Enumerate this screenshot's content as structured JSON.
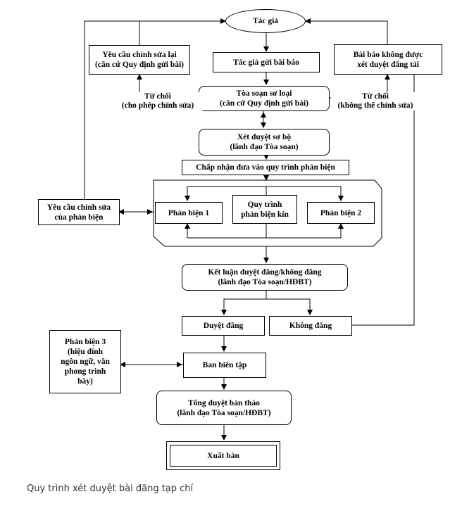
{
  "nodes": {
    "author": "Tác giả",
    "author_submits": "Tác giả gửi bài báo",
    "revise_request": "Yêu cầu chỉnh sửa lại\n(căn cứ Quy định gửi bài)",
    "not_approved": "Bài báo không được\nxét duyệt đăng tải",
    "initial_screening": "Tòa soạn sơ loại\n(căn cứ Quy định gửi bài)",
    "preliminary_review": "Xét duyệt sơ bộ\n(lãnh đạo Tòa soạn)",
    "accept_review": "Chấp nhận đưa vào quy trình phản biện",
    "reviewer_revision": "Yêu cầu chỉnh sửa\ncủa phản biện",
    "reviewer_1": "Phản biện 1",
    "blind_review": "Quy trình\nphản biện kín",
    "reviewer_2": "Phản biện 2",
    "conclusion": "Kết luận duyệt đăng/không đăng\n(lãnh đạo Tòa soạn/HĐBT)",
    "approved": "Duyệt đăng",
    "rejected": "Không đăng",
    "reviewer_3": "Phản biện 3\n(hiệu đính\nngôn ngữ, văn\nphong trình\nbày)",
    "editorial_board": "Ban biên tập",
    "final_review": "Tổng duyệt bản thảo\n(lãnh đạo Tòa soạn/HĐBT)",
    "publish": "Xuất bản"
  },
  "edge_labels": {
    "reject_revisable": "Từ chối\n(cho phép chỉnh sửa)",
    "reject_not_revisable": "Từ chối\n(không thể chỉnh sửa)"
  },
  "caption": "Quy trình xét duyệt bài đăng tạp chí"
}
